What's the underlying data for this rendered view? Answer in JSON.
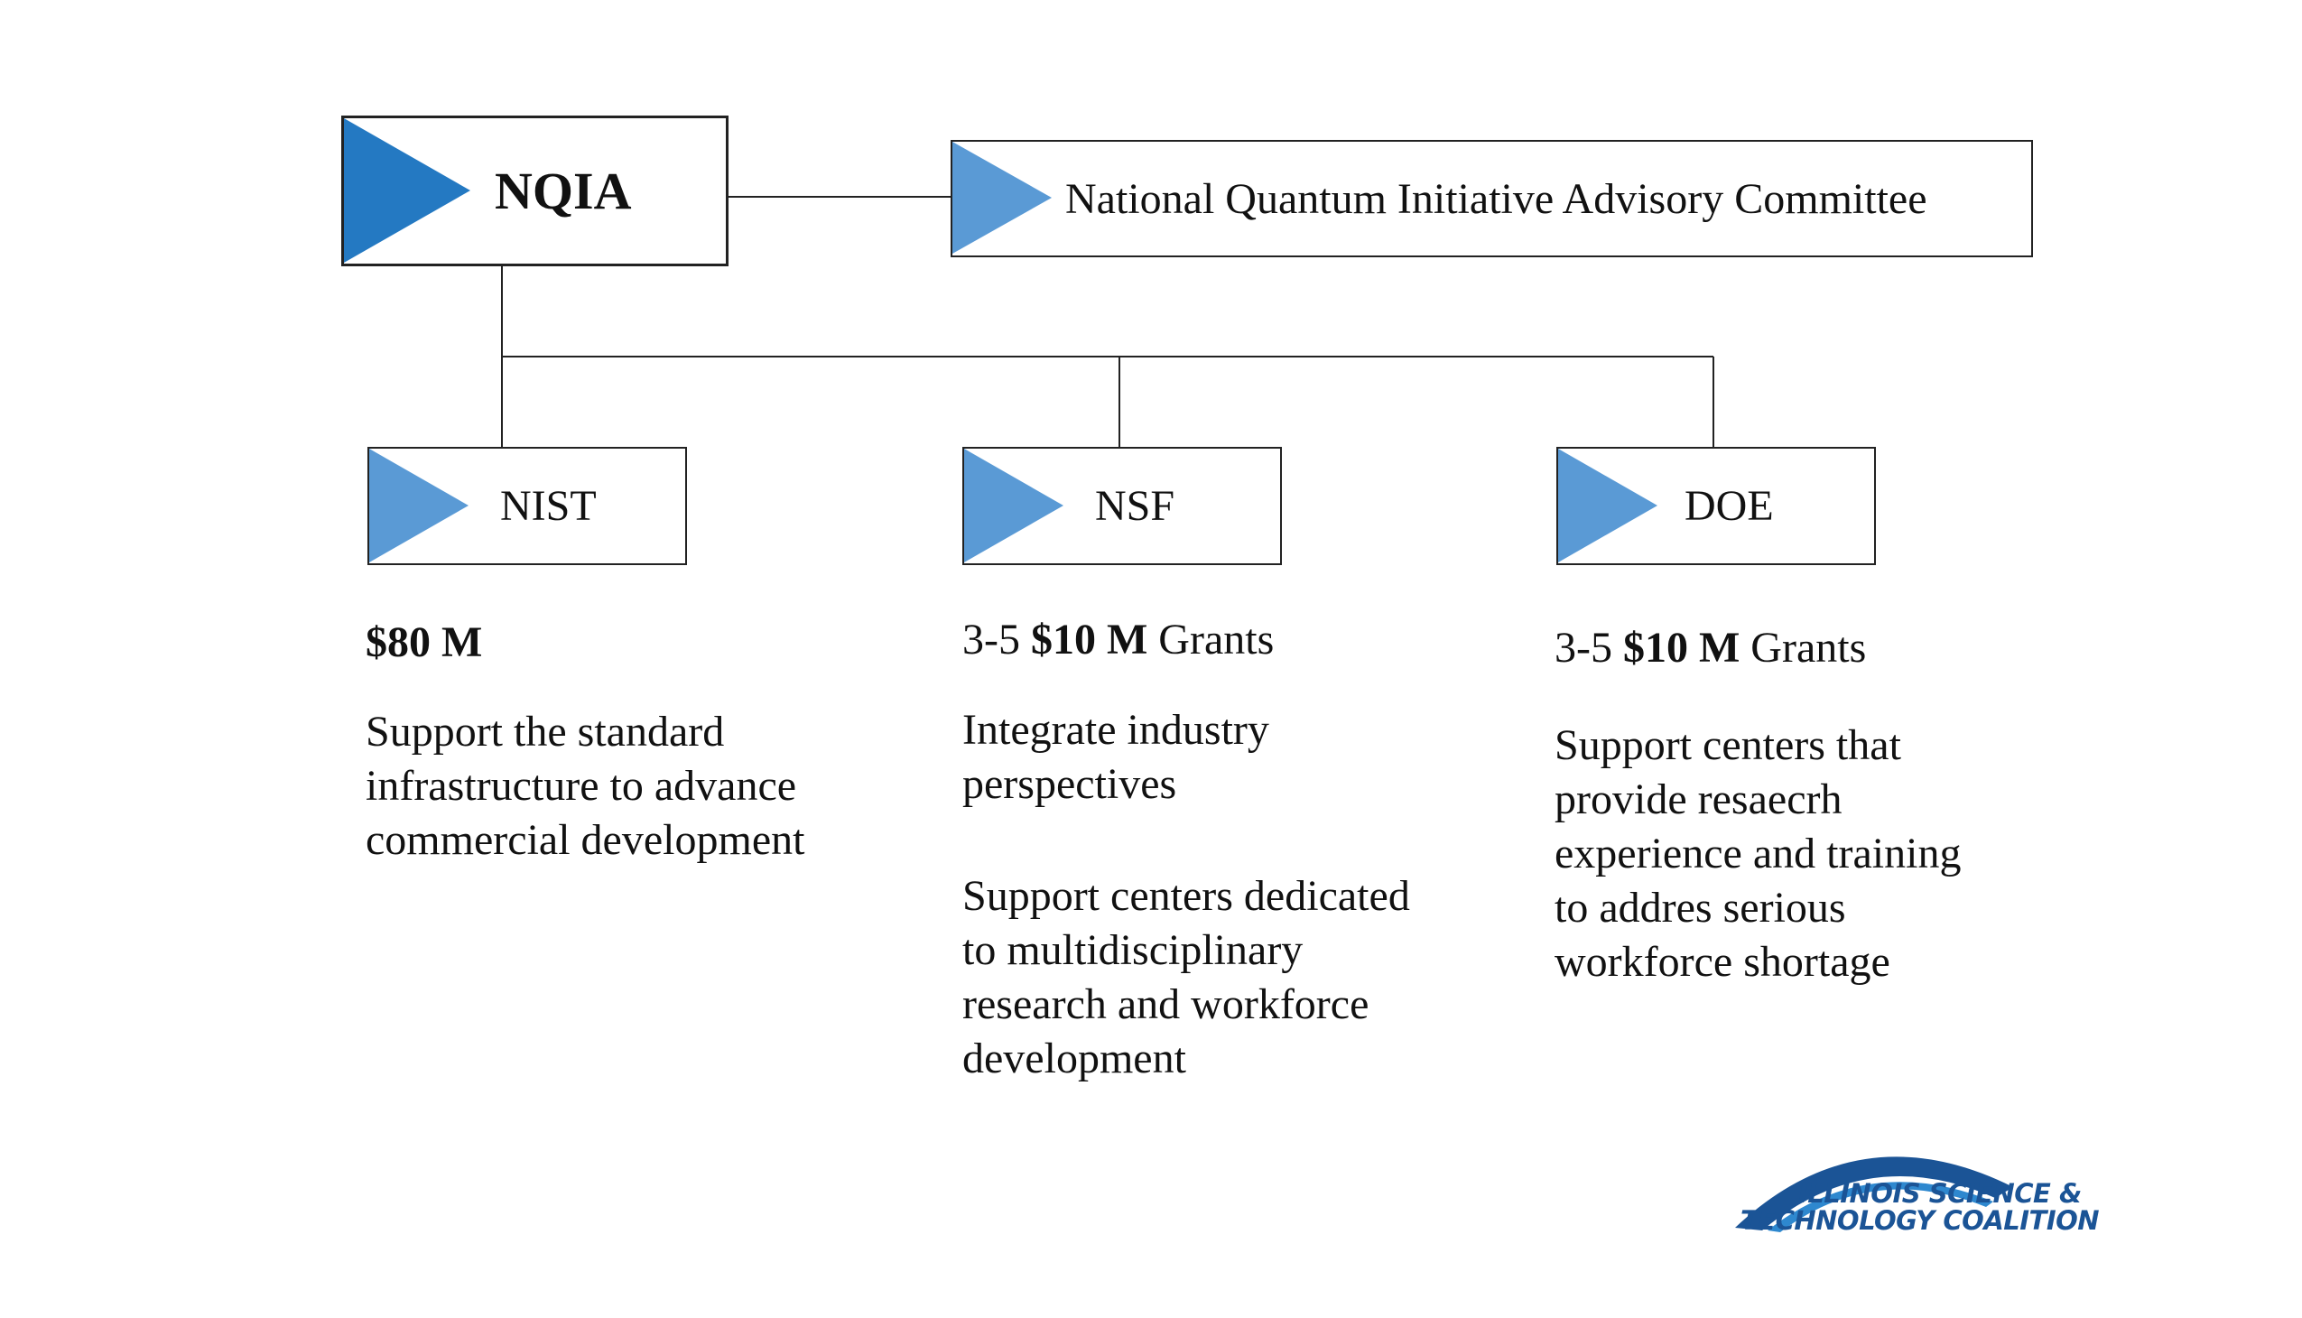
{
  "colors": {
    "accent_dark": "#2479C2",
    "accent": "#5A9AD5",
    "border": "#222222",
    "logo_blue": "#1B5496",
    "logo_light": "#2E88CF"
  },
  "root": {
    "label": "NQIA"
  },
  "advisory": {
    "label": "National Quantum Initiative Advisory Committee"
  },
  "agencies": [
    {
      "label": "NIST",
      "funding": {
        "prefix": "",
        "amount": "$80 M",
        "suffix": ""
      },
      "descriptions": [
        "Support the standard infrastructure to advance commercial development"
      ]
    },
    {
      "label": "NSF",
      "funding": {
        "prefix": "3-5 ",
        "amount": "$10 M",
        "suffix": " Grants"
      },
      "descriptions": [
        "Integrate industry perspectives",
        "Support centers dedicated to multidisciplinary research and workforce development"
      ]
    },
    {
      "label": "DOE",
      "funding": {
        "prefix": "3-5 ",
        "amount": "$10 M",
        "suffix": " Grants"
      },
      "descriptions": [
        "Support centers that provide resaecrh experience and training to addres serious workforce shortage"
      ]
    }
  ],
  "logo": {
    "line1": "ILLINOIS SCIENCE &",
    "line2": "TECHNOLOGY COALITION"
  }
}
